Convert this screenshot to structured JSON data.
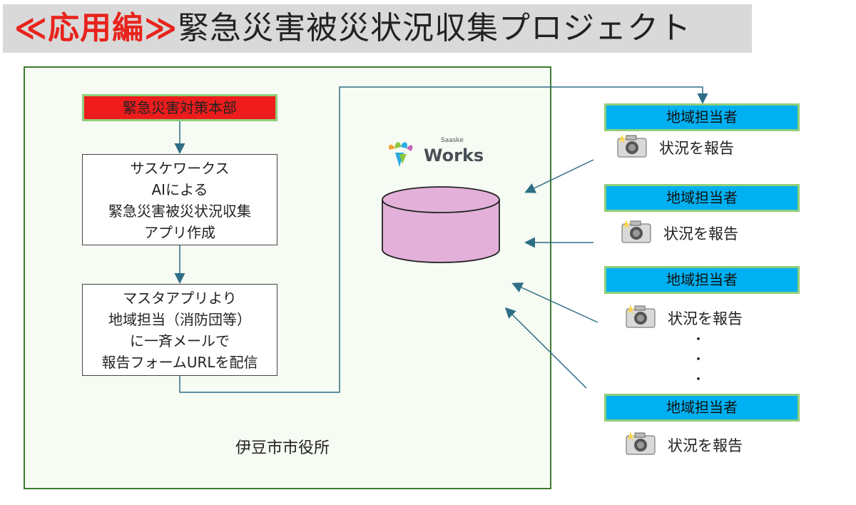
{
  "title": {
    "accent": "≪応用編≫",
    "main": "緊急災害被災状況収集プロジェクト"
  },
  "office": {
    "label": "伊豆市市役所",
    "hq_label": "緊急災害対策本部",
    "box_ai_lines": [
      "サスケワークス",
      "AIによる",
      "緊急災害被災状況収集",
      "アプリ作成"
    ],
    "box_mail_lines": [
      "マスタアプリより",
      "地域担当（消防団等）",
      "に一斉メールで",
      "報告フォームURLを配信"
    ]
  },
  "logo": {
    "small": "Saaske",
    "name": "Works"
  },
  "workers": [
    {
      "label": "地域担当者",
      "report": "状況を報告"
    },
    {
      "label": "地域担当者",
      "report": "状況を報告"
    },
    {
      "label": "地域担当者",
      "report": "状況を報告"
    },
    {
      "label": "地域担当者",
      "report": "状況を報告"
    }
  ],
  "ellipsis": "・",
  "colors": {
    "accent_red": "#e8231c",
    "hq_red": "#ee1c1c",
    "worker_blue": "#00b0f0",
    "green_border": "#8fce7a",
    "office_border": "#3f7a34",
    "database_fill": "#e2b0d9",
    "arrow": "#2f6e86"
  },
  "icons": {
    "camera": "camera-icon",
    "database": "database-icon",
    "logo": "saaske-works-logo-icon"
  }
}
